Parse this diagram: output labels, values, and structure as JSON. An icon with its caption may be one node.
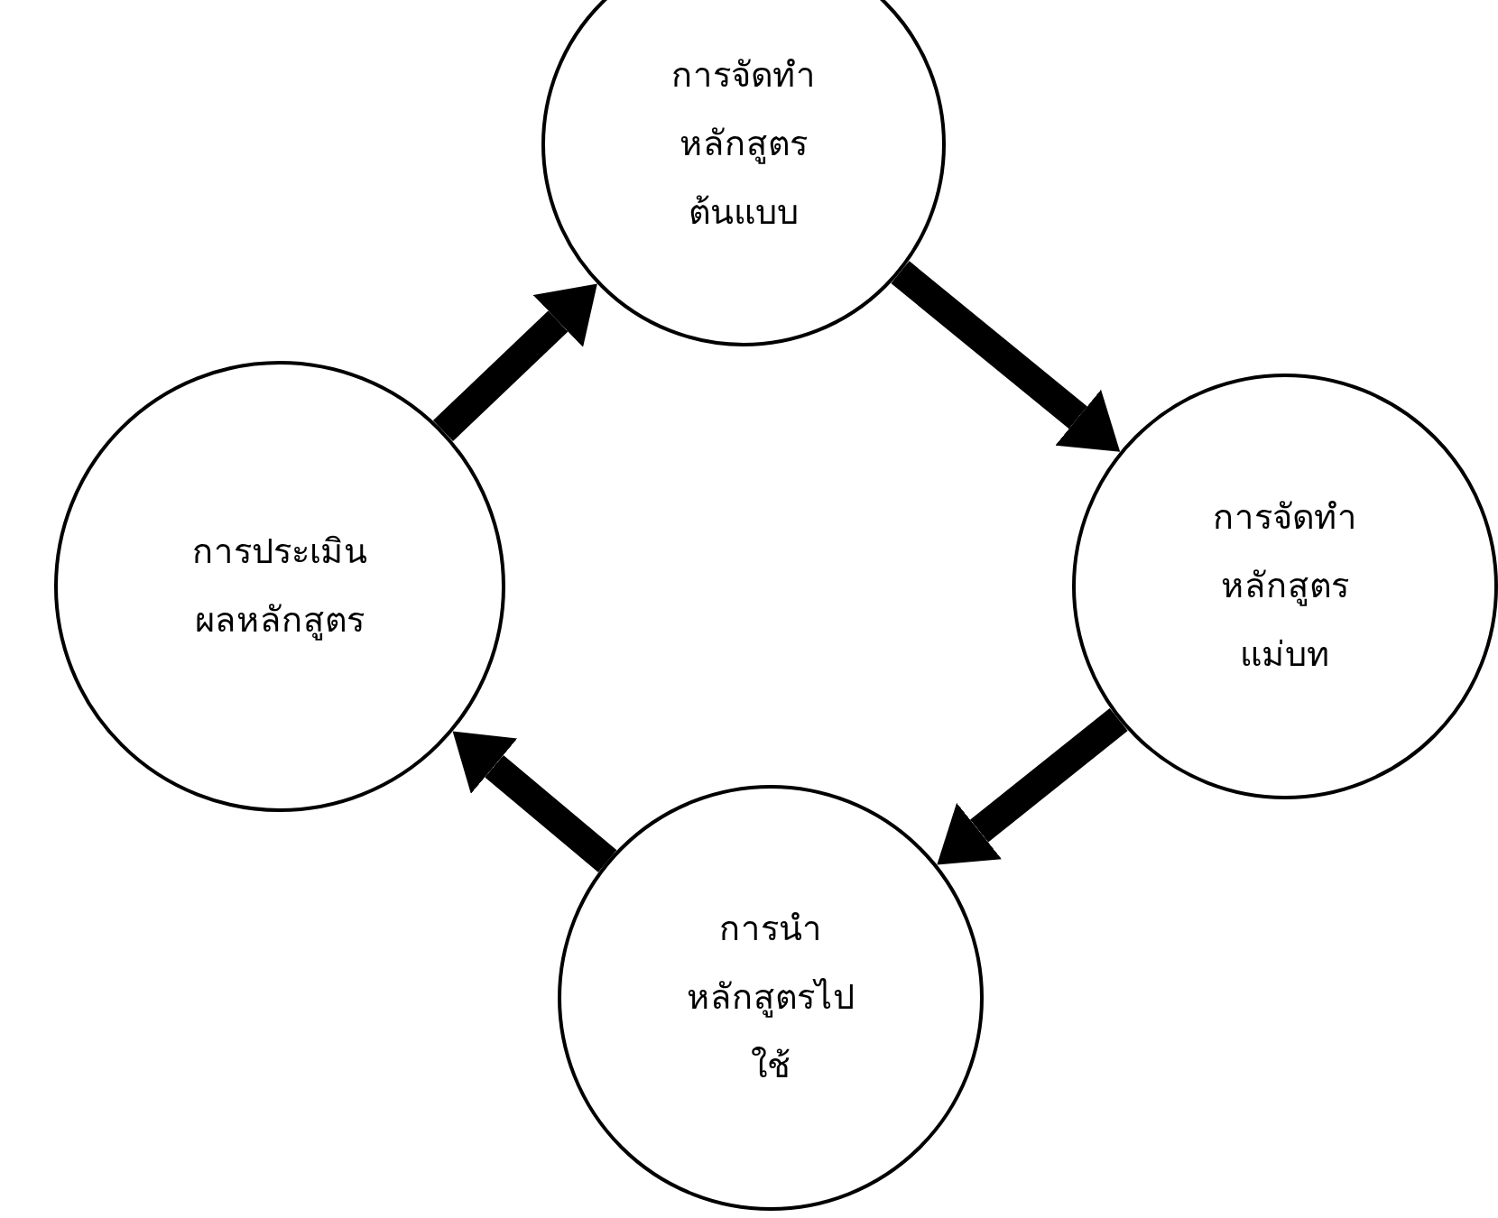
{
  "diagram": {
    "nodes": [
      {
        "text": [
          "การจัดทำหลักสูตรต้นแบบ"
        ]
      },
      {
        "text": [
          "การประเมินผลหลักสูตร"
        ]
      },
      {
        "text": [
          "การจัดทำหลักสูตรแม่บท"
        ]
      },
      {
        "text": [
          "การนำหลักสูตรไปใช้"
        ]
      }
    ],
    "edges": [
      {
        "from": 1,
        "to": 0,
        "arrow": "to"
      },
      {
        "from": 0,
        "to": 2,
        "arrow": "to"
      },
      {
        "from": 2,
        "to": 3,
        "arrow": "to"
      },
      {
        "from": 3,
        "to": 1,
        "arrow": "to"
      }
    ]
  }
}
